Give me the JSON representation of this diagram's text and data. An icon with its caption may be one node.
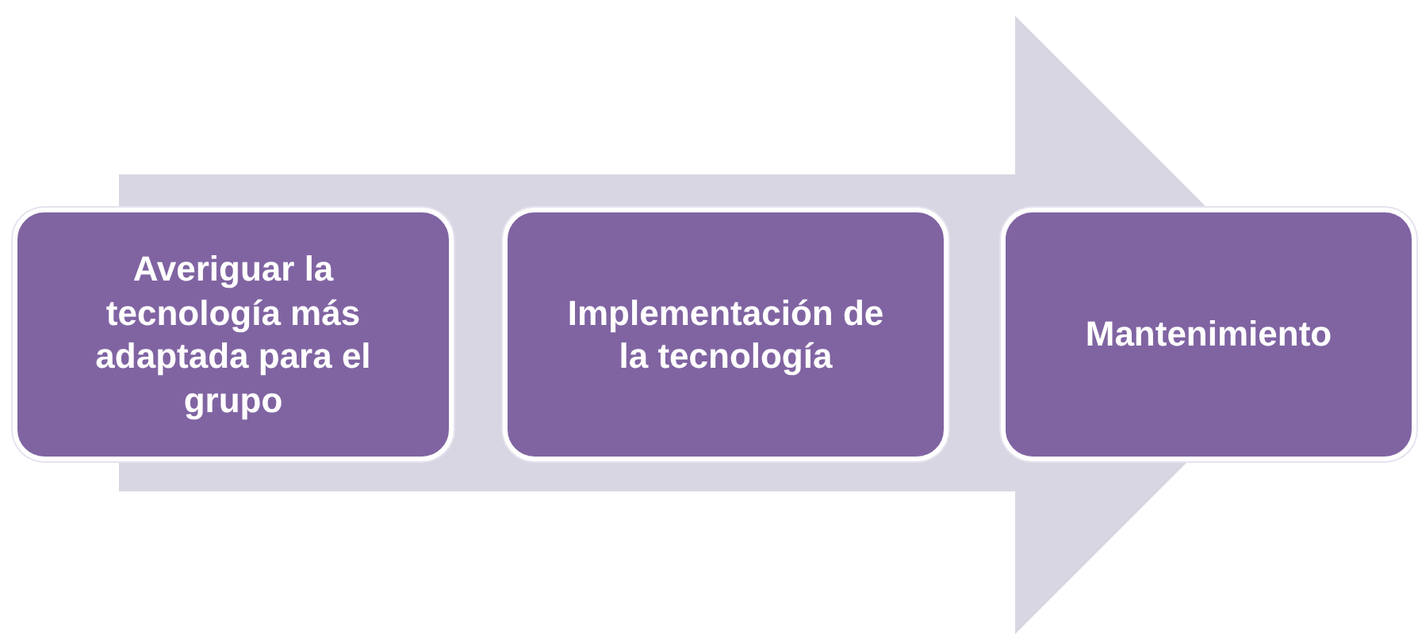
{
  "diagram": {
    "nodes": [
      {
        "text": [
          "Averiguar la tecnología más adaptada para el grupo"
        ]
      },
      {
        "text": [
          "Implementación de la tecnología"
        ]
      },
      {
        "text": [
          "Mantenimiento"
        ]
      }
    ],
    "edges": [
      {
        "from": 0,
        "to": 2,
        "arrow": "to"
      }
    ]
  }
}
